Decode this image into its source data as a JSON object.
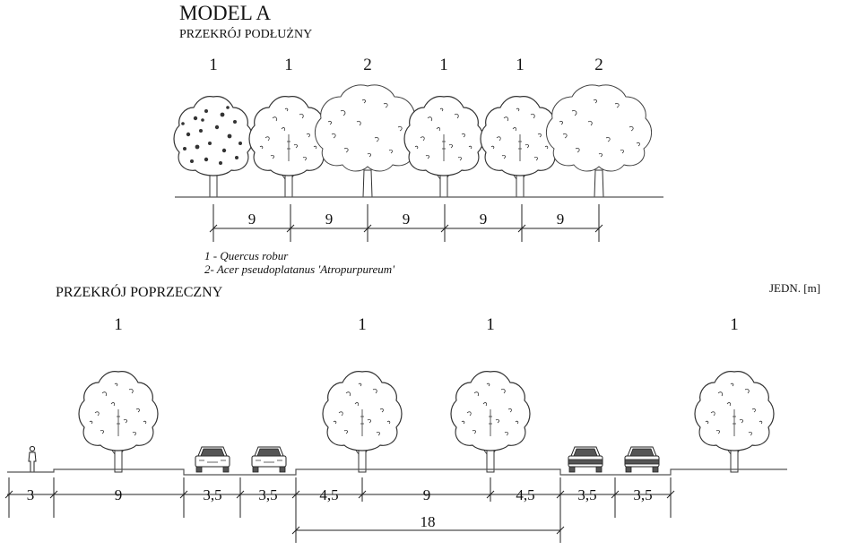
{
  "title": "MODEL   A",
  "longitudinal": {
    "section_label": "PRZEKRÓJ PODŁUŻNY",
    "tree_labels": [
      "1",
      "1",
      "2",
      "1",
      "1",
      "2"
    ],
    "spacings": [
      "9",
      "9",
      "9",
      "9",
      "9"
    ]
  },
  "legend": [
    "1 - Quercus robur",
    "2- Acer pseudoplatanus 'Atropurpureum'"
  ],
  "cross": {
    "section_label": "PRZEKRÓJ POPRZECZNY",
    "unit_label": "JEDN. [m]",
    "tree_labels": [
      "1",
      "1",
      "1",
      "1"
    ],
    "dims": [
      "3",
      "9",
      "3,5",
      "3,5",
      "4,5",
      "9",
      "4,5",
      "3,5",
      "3,5"
    ],
    "total": "18"
  },
  "colors": {
    "ink": "#222222",
    "background": "#ffffff"
  }
}
